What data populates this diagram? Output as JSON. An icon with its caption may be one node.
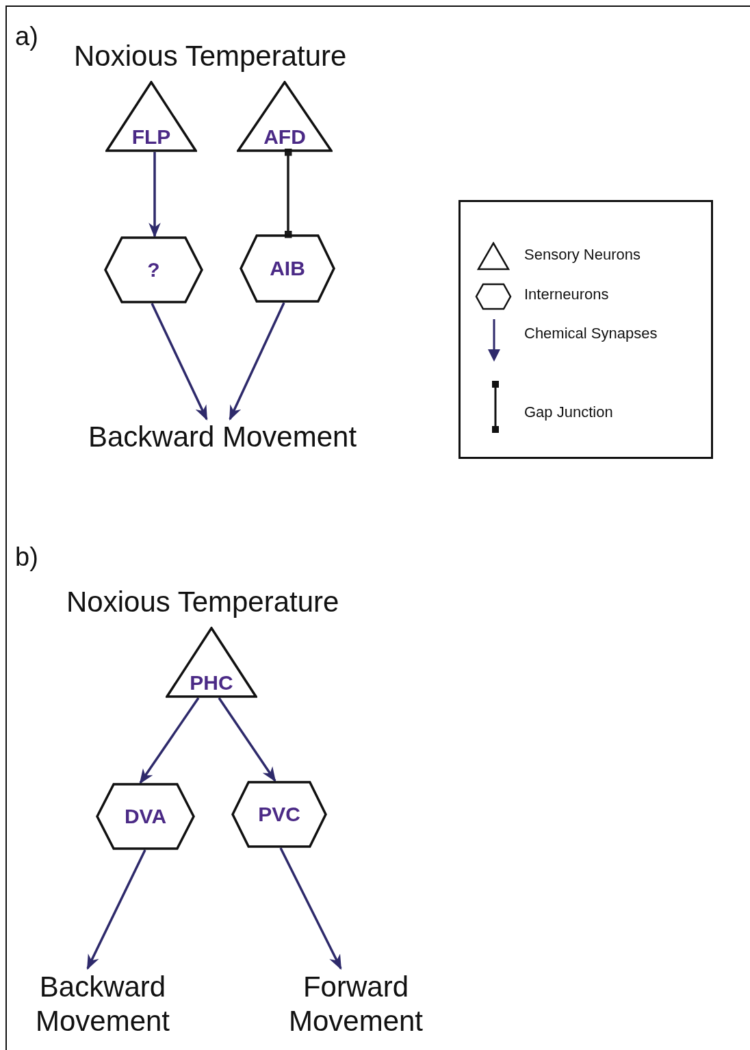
{
  "diagram": {
    "nodes": [
      {
        "text": [
          "FLP"
        ]
      },
      {
        "text": [
          "AFD"
        ]
      },
      {
        "text": [
          "?"
        ]
      },
      {
        "text": [
          "AIB"
        ]
      },
      {
        "text": [
          "Backward Movement"
        ]
      },
      {
        "text": [
          "PHC"
        ]
      },
      {
        "text": [
          "DVA"
        ]
      },
      {
        "text": [
          "PVC"
        ]
      },
      {
        "text": [
          "Backward Movement"
        ]
      },
      {
        "text": [
          "Forward Movement"
        ]
      }
    ],
    "edges": [
      {
        "from": 0,
        "to": 2,
        "arrow": "to"
      },
      {
        "from": 1,
        "to": 3,
        "arrow": "other",
        "color": "#1a1a1a"
      },
      {
        "from": 2,
        "to": 4,
        "arrow": "to"
      },
      {
        "from": 3,
        "to": 4,
        "arrow": "to"
      },
      {
        "from": 5,
        "to": 6,
        "arrow": "to"
      },
      {
        "from": 5,
        "to": 7,
        "arrow": "to"
      },
      {
        "from": 6,
        "to": 8,
        "arrow": "to"
      },
      {
        "from": 7,
        "to": 9,
        "arrow": "to"
      }
    ],
    "labels": [
      "a)",
      "Noxious Temperature",
      "b)",
      "Noxious Temperature"
    ],
    "legend": [
      {
        "text": "Sensory Neurons"
      },
      {
        "text": "Interneurons"
      },
      {
        "text": "Chemical Synapses"
      },
      {
        "text": "Gap Junction"
      }
    ]
  }
}
